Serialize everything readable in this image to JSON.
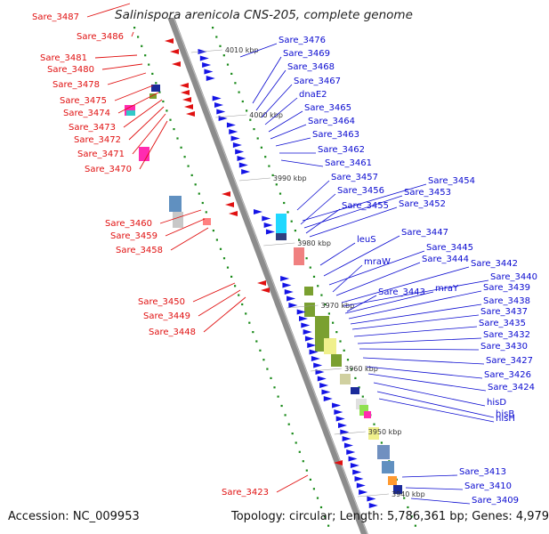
{
  "title": "Salinispora arenicola CNS-205, complete genome",
  "footer": {
    "accession": "Accession: NC_009953",
    "topology": "Topology: circular; Length: 5,786,361 bp; Genes: 4,979"
  },
  "colors": {
    "left_label": "#e01010",
    "right_label": "#0a0ad0",
    "backbone": "#8c8c8c",
    "gc_dots": "#1a8a1a"
  },
  "kbp_ticks": [
    "4010 kbp",
    "4000 kbp",
    "3990 kbp",
    "3980 kbp",
    "3970 kbp",
    "3960 kbp",
    "3950 kbp",
    "3940 kbp"
  ],
  "left_labels": [
    "Sare_3487",
    "Sare_3486",
    "Sare_3481",
    "Sare_3480",
    "Sare_3478",
    "Sare_3475",
    "Sare_3474",
    "Sare_3473",
    "Sare_3472",
    "Sare_3471",
    "Sare_3470",
    "Sare_3460",
    "Sare_3459",
    "Sare_3458",
    "Sare_3450",
    "Sare_3449",
    "Sare_3448",
    "Sare_3423"
  ],
  "right_labels": [
    "Sare_3476",
    "Sare_3469",
    "Sare_3468",
    "Sare_3467",
    "dnaE2",
    "Sare_3465",
    "Sare_3464",
    "Sare_3463",
    "Sare_3462",
    "Sare_3461",
    "Sare_3457",
    "Sare_3454",
    "Sare_3456",
    "Sare_3453",
    "Sare_3455",
    "Sare_3452",
    "leuS",
    "Sare_3447",
    "Sare_3445",
    "mraW",
    "Sare_3444",
    "Sare_3442",
    "Sare_3440",
    "Sare_3443",
    "mraY",
    "Sare_3439",
    "Sare_3438",
    "Sare_3437",
    "Sare_3435",
    "Sare_3432",
    "Sare_3430",
    "Sare_3427",
    "Sare_3426",
    "Sare_3424",
    "hisD",
    "hisB",
    "hisH",
    "Sare_3413",
    "Sare_3410",
    "Sare_3409"
  ]
}
